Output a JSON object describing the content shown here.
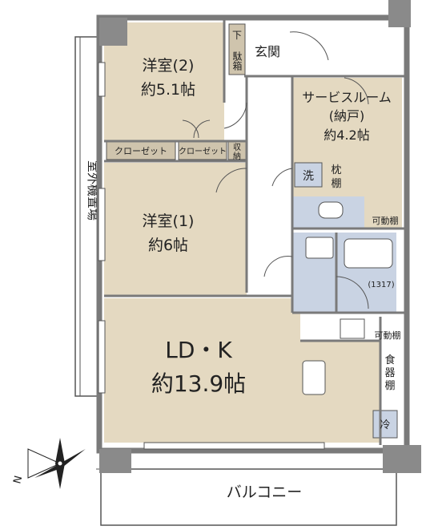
{
  "rooms": {
    "western_room_2": {
      "name": "洋室(2)",
      "size": "約5.1帖"
    },
    "western_room_1": {
      "name": "洋室(1)",
      "size": "約6帖"
    },
    "service_room": {
      "name": "サービスルーム",
      "sub": "(納戸)",
      "size": "約4.2帖"
    },
    "ldk": {
      "name": "LD・K",
      "size": "約13.9帖"
    },
    "entrance": {
      "name": "玄関"
    },
    "balcony": {
      "name": "バルコニー"
    },
    "outdoor_unit": {
      "name": "室外機置場"
    }
  },
  "storage": {
    "shoe_box_top": "下",
    "shoe_box_bottom": "駄箱",
    "closet_left": "クローゼット",
    "closet_right": "クローゼット",
    "storage_top": "収",
    "storage_bottom": "納",
    "linen_top": "枕",
    "linen_bottom": "棚",
    "washer": "洗",
    "movable_shelf_toilet": "可動棚",
    "movable_shelf_kitchen": "可動棚",
    "cupboard_1": "食",
    "cupboard_2": "器",
    "cupboard_3": "棚",
    "fridge": "冷",
    "bath_size": "(1317)"
  },
  "compass": {
    "label": "N"
  },
  "colors": {
    "room": "#e4d9c1",
    "wet_area": "#c9d3e3",
    "wall": "#7a7a7a",
    "closet": "#cfc4ad"
  }
}
